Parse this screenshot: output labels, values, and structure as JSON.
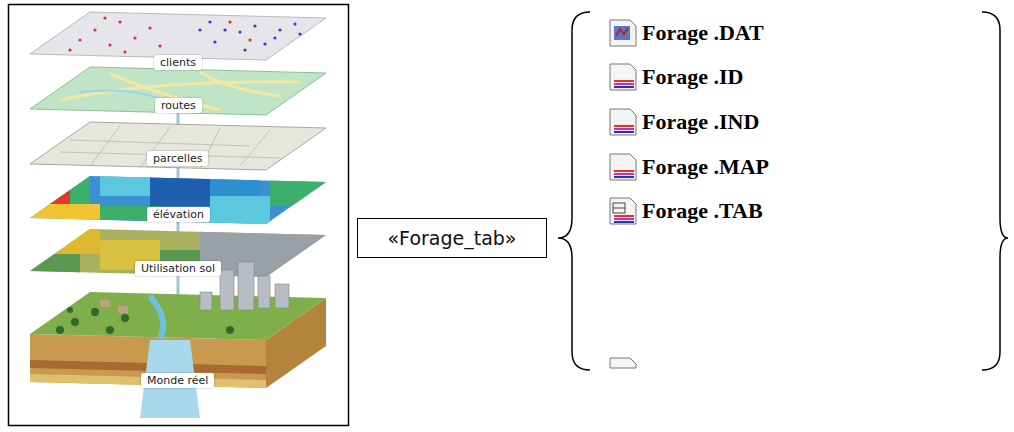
{
  "diagram": {
    "nodes": [
      {
        "text": [
          "clients"
        ]
      },
      {
        "text": [
          "routes"
        ]
      },
      {
        "text": [
          "parcelles"
        ]
      },
      {
        "text": [
          "élévation"
        ]
      },
      {
        "text": [
          "Utilisation sol"
        ]
      },
      {
        "text": [
          "Monde réel"
        ]
      },
      {
        "text": [
          "«Forage_tab»"
        ]
      }
    ],
    "labels": [
      "Forage .DAT",
      "Forage .ID",
      "Forage .IND",
      "Forage .MAP",
      "Forage .TAB"
    ]
  }
}
